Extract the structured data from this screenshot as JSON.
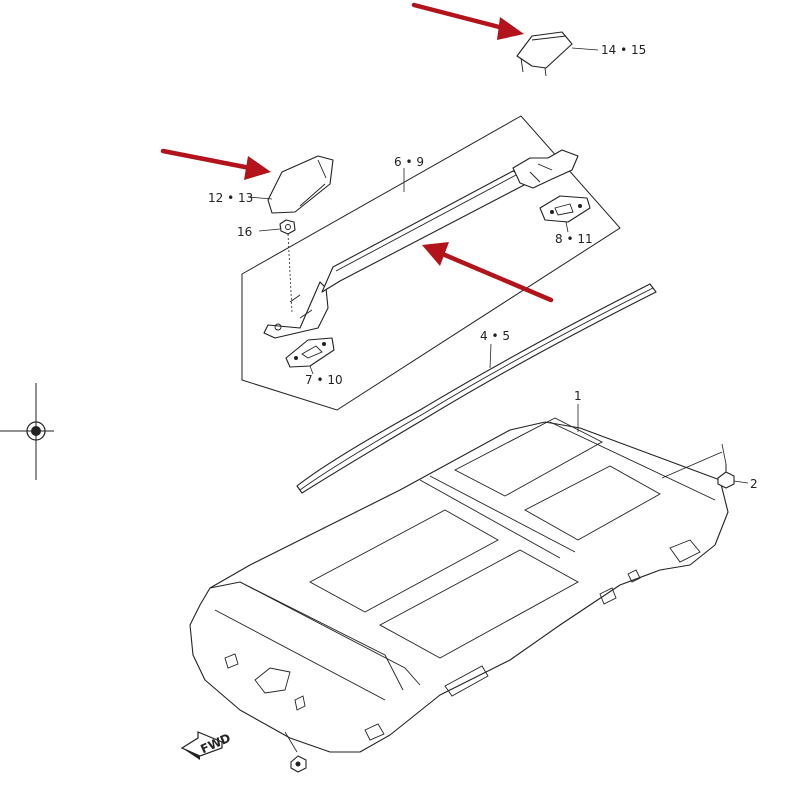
{
  "callouts": {
    "roof_rail_cover_rear": "14 • 15",
    "roof_rail": "6 • 9",
    "roof_rail_cover_front": "12 • 13",
    "nut": "16",
    "rail_base_rear": "8 • 11",
    "rail_base_front": "7 • 10",
    "roof_molding": "4 • 5",
    "headliner": "1",
    "clip": "2"
  },
  "direction_marker": "FWD",
  "colors": {
    "line": "#222222",
    "highlight_arrow": "#b3141b",
    "background": "#ffffff"
  }
}
